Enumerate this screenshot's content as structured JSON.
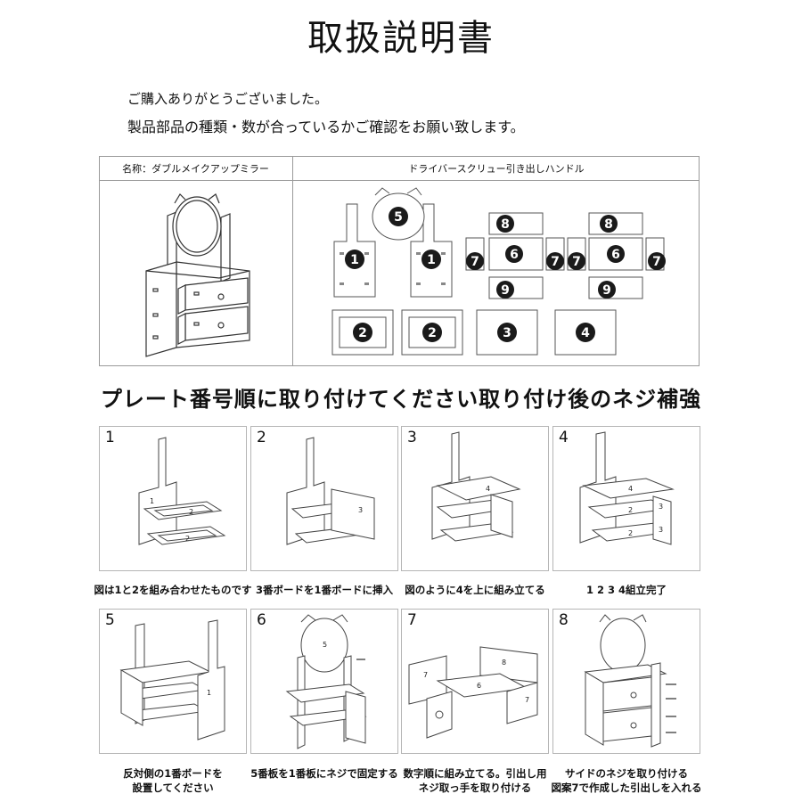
{
  "title": "取扱説明書",
  "intro": {
    "line1": "ご購入ありがとうございました。",
    "line2": "製品部品の種類・数が合っているかご確認をお願い致します。"
  },
  "parts_table": {
    "left_header": "名称：ダブルメイクアップミラー",
    "right_header": "ドライバースクリュー引き出しハンドル",
    "part_numbers": [
      "5",
      "1",
      "1",
      "2",
      "2",
      "3",
      "4",
      "8",
      "6",
      "7",
      "7",
      "9",
      "8",
      "6",
      "7",
      "7",
      "9"
    ]
  },
  "section_heading": "プレート番号順に取り付けてください取り付け後のネジ補強",
  "steps": [
    {
      "num": "1",
      "caption": "図は1と2を組み合わせたものです",
      "labels": [
        "1",
        "2",
        "2"
      ]
    },
    {
      "num": "2",
      "caption": "3番ボードを1番ボードに挿入",
      "labels": [
        "3"
      ]
    },
    {
      "num": "3",
      "caption": "図のように4を上に組み立てる",
      "labels": [
        "4"
      ]
    },
    {
      "num": "4",
      "caption": "1 2 3 4組立完了",
      "labels": [
        "4",
        "3",
        "2",
        "2",
        "3"
      ]
    },
    {
      "num": "5",
      "caption": "反対側の1番ボードを\n設置してください",
      "labels": [
        "1"
      ]
    },
    {
      "num": "6",
      "caption": "5番板を1番板にネジで固定する",
      "labels": [
        "5"
      ]
    },
    {
      "num": "7",
      "caption": "数字順に組み立てる。引出し用\nネジ取っ手を取り付ける",
      "labels": [
        "7",
        "8",
        "6",
        "7"
      ]
    },
    {
      "num": "8",
      "caption": "サイドのネジを取り付ける\n図案7で作成した引出しを入れる",
      "labels": []
    }
  ]
}
